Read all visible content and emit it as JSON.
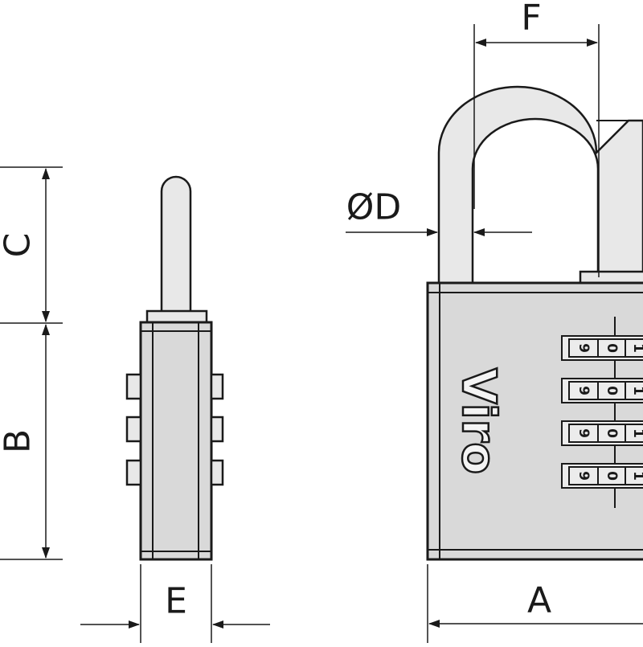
{
  "diagram": {
    "dimension_labels": {
      "A": "A",
      "B": "B",
      "C": "C",
      "D": "ØD",
      "E": "E",
      "F": "F"
    },
    "brand": "Viro",
    "dial_digits": [
      "9",
      "0",
      "1"
    ],
    "colors": {
      "line": "#1a1a1a",
      "body": "#d9d9d9",
      "background": "#ffffff"
    }
  }
}
